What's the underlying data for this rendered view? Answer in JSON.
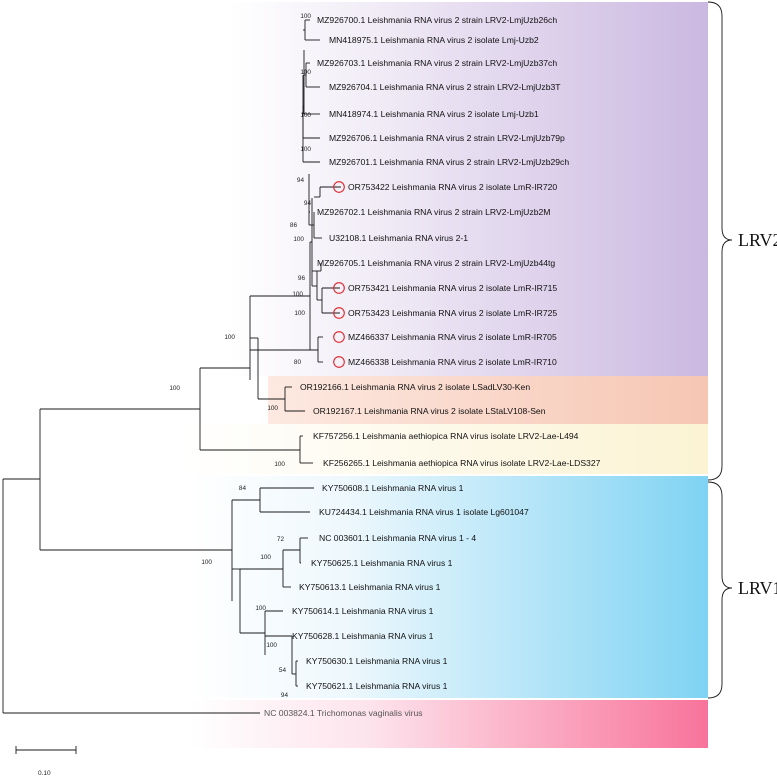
{
  "colors": {
    "lrv2_band": "#cfbde3",
    "lrv2_sub_band": "#f7cdbd",
    "aethiopica_band": "#fbf4d6",
    "lrv1_band": "#8ad7f4",
    "outgroup_band": "#f9789f",
    "marker": "#e0262b",
    "branch": "#1a1a1a"
  },
  "clades": {
    "lrv2_label": "LRV2",
    "lrv1_label": "LRV1"
  },
  "scale_bar": {
    "label": "0.10"
  },
  "taxa": [
    {
      "label": "MZ926700.1 Leishmania RNA virus 2 strain LRV2-LmjUzb26ch",
      "marked": false
    },
    {
      "label": "MN418975.1 Leishmania RNA virus 2 isolate Lmj-Uzb2",
      "marked": false
    },
    {
      "label": "MZ926703.1 Leishmania RNA virus 2 strain LRV2-LmjUzb37ch",
      "marked": false
    },
    {
      "label": "MZ926704.1 Leishmania RNA virus 2 strain LRV2-LmjUzb3T",
      "marked": false
    },
    {
      "label": "MN418974.1 Leishmania RNA virus 2 isolate Lmj-Uzb1",
      "marked": false
    },
    {
      "label": "MZ926706.1 Leishmania RNA virus 2 strain LRV2-LmjUzb79p",
      "marked": false
    },
    {
      "label": "MZ926701.1 Leishmania RNA virus 2 strain LRV2-LmjUzb29ch",
      "marked": false
    },
    {
      "label": "OR753422 Leishmania RNA virus 2 isolate LmR-IR720",
      "marked": true
    },
    {
      "label": "MZ926702.1 Leishmania RNA virus 2 strain LRV2-LmjUzb2M",
      "marked": false
    },
    {
      "label": "U32108.1 Leishmania RNA virus 2-1",
      "marked": false
    },
    {
      "label": "MZ926705.1 Leishmania RNA virus 2 strain LRV2-LmjUzb44tg",
      "marked": false
    },
    {
      "label": "OR753421 Leishmania RNA virus 2 isolate LmR-IR715",
      "marked": true
    },
    {
      "label": "OR753423 Leishmania RNA virus 2 isolate LmR-IR725",
      "marked": true
    },
    {
      "label": "MZ466337 Leishmania RNA virus 2 isolate LmR-IR705",
      "marked": true
    },
    {
      "label": "MZ466338 Leishmania RNA virus 2 isolate LmR-IR710",
      "marked": true
    },
    {
      "label": "OR192166.1 Leishmania RNA virus 2 isolate LSadLV30-Ken",
      "marked": false
    },
    {
      "label": "OR192167.1 Leishmania RNA virus 2 isolate LStaLV108-Sen",
      "marked": false
    },
    {
      "label": "KF757256.1 Leishmania aethiopica RNA virus isolate LRV2-Lae-L494",
      "marked": false
    },
    {
      "label": "KF256265.1 Leishmania aethiopica RNA virus isolate LRV2-Lae-LDS327",
      "marked": false
    },
    {
      "label": "KY750608.1 Leishmania RNA virus 1",
      "marked": false
    },
    {
      "label": "KU724434.1 Leishmania RNA virus 1 isolate Lg601047",
      "marked": false
    },
    {
      "label": "NC 003601.1 Leishmania RNA virus 1 - 4",
      "marked": false
    },
    {
      "label": "KY750625.1 Leishmania RNA virus 1",
      "marked": false
    },
    {
      "label": "KY750613.1 Leishmania RNA virus 1",
      "marked": false
    },
    {
      "label": "KY750614.1 Leishmania RNA virus 1",
      "marked": false
    },
    {
      "label": "KY750628.1 Leishmania RNA virus 1",
      "marked": false
    },
    {
      "label": "KY750630.1 Leishmania RNA virus 1",
      "marked": false
    },
    {
      "label": "KY750621.1 Leishmania RNA virus 1",
      "marked": false
    },
    {
      "label": "NC 003824.1 Trichomonas vaginalis virus",
      "marked": false
    }
  ],
  "bootstrap": [
    "100",
    "100",
    "100",
    "100",
    "94",
    "94",
    "86",
    "100",
    "96",
    "100",
    "100",
    "80",
    "100",
    "100",
    "100",
    "100",
    "84",
    "72",
    "100",
    "100",
    "100",
    "54",
    "94",
    "100"
  ]
}
